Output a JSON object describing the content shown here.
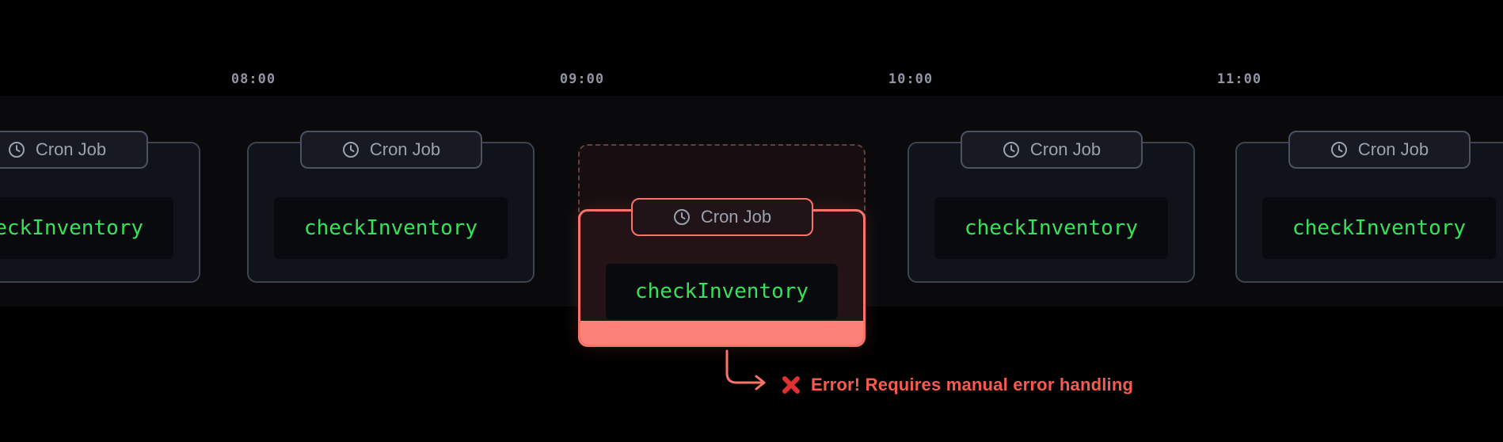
{
  "timeline": {
    "ticks": [
      "08:00",
      "09:00",
      "10:00",
      "11:00"
    ]
  },
  "cards": [
    {
      "badge": "Cron Job",
      "code": "checkInventory",
      "state": "normal"
    },
    {
      "badge": "Cron Job",
      "code": "checkInventory",
      "state": "normal"
    },
    {
      "badge": "Cron Job",
      "code": "checkInventory",
      "state": "error"
    },
    {
      "badge": "Cron Job",
      "code": "checkInventory",
      "state": "normal"
    },
    {
      "badge": "Cron Job",
      "code": "checkInventory",
      "state": "normal"
    }
  ],
  "error": {
    "message": "Error! Requires manual error handling",
    "icon": "red-cross-mark"
  },
  "colors": {
    "code-green": "#38e158",
    "error-accent": "#fa7268",
    "error-fill": "#fc8277",
    "error-text": "#f75b50",
    "cross-red": "#e03131"
  }
}
